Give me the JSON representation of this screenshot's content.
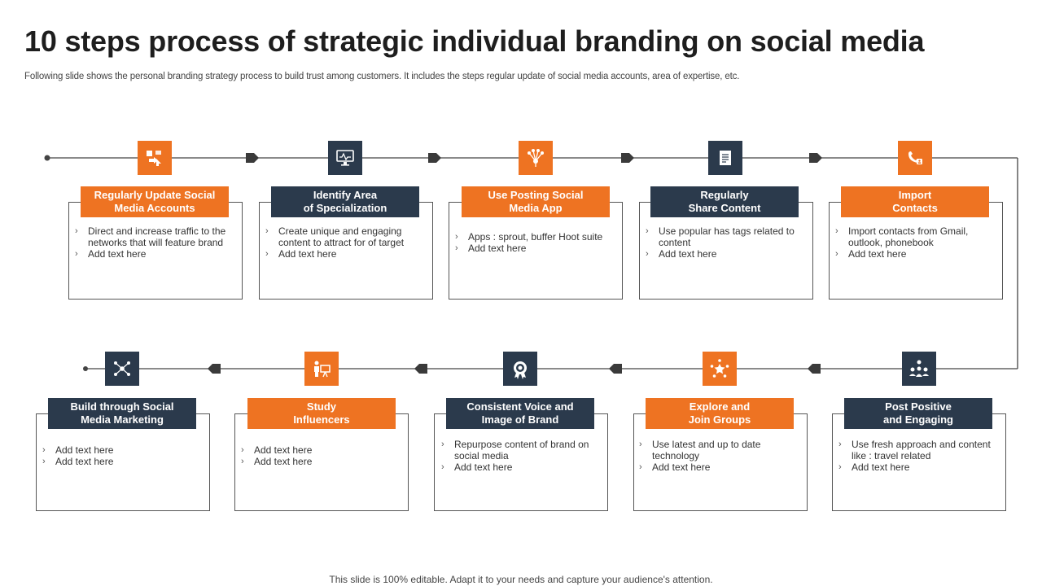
{
  "title": "10 steps process of strategic individual branding on social media",
  "subtitle": "Following slide shows the personal branding strategy process to build trust among customers. It includes the steps regular update of social media accounts, area of expertise, etc.",
  "footer": "This slide is 100% editable. Adapt it to your needs and capture your audience's attention.",
  "colors": {
    "orange": "#ee7322",
    "navy": "#2b3a4c",
    "line": "#444444"
  },
  "steps": [
    {
      "header": "Regularly Update Social\nMedia Accounts",
      "color": "orange",
      "icon": "share-arrows-icon",
      "bullets": [
        " Direct and increase traffic to the networks that will feature brand",
        "Add text here"
      ]
    },
    {
      "header": "Identify Area\nof Specialization",
      "color": "navy",
      "icon": "monitor-analytics-icon",
      "bullets": [
        "Create unique and engaging content to attract for of target",
        "Add text here"
      ]
    },
    {
      "header": "Use Posting Social\nMedia App",
      "color": "orange",
      "icon": "network-hub-icon",
      "bullets": [
        "Apps : sprout, buffer Hoot suite",
        "Add text here"
      ]
    },
    {
      "header": "Regularly\nShare Content",
      "color": "navy",
      "icon": "document-icon",
      "bullets": [
        "Use popular has tags related to content",
        "Add text here"
      ]
    },
    {
      "header": "Import\nContacts",
      "color": "orange",
      "icon": "phone-contact-icon",
      "bullets": [
        "Import  contacts from  Gmail, outlook, phonebook",
        "Add text here"
      ]
    },
    {
      "header": "Post  Positive\nand Engaging",
      "color": "navy",
      "icon": "people-network-icon",
      "bullets": [
        "Use fresh approach and content like : travel related",
        "Add text here"
      ]
    },
    {
      "header": "Explore and\nJoin Groups",
      "color": "orange",
      "icon": "group-star-icon",
      "bullets": [
        "Use latest and up to date technology",
        "Add text here"
      ]
    },
    {
      "header": "Consistent  Voice and\nImage of Brand",
      "color": "navy",
      "icon": "brand-badge-icon",
      "bullets": [
        "Repurpose content of brand on social media",
        "Add text here"
      ]
    },
    {
      "header": "Study\nInfluencers",
      "color": "orange",
      "icon": "presenter-icon",
      "bullets": [
        "Add text here",
        "Add text here"
      ]
    },
    {
      "header": "Build through Social\nMedia Marketing",
      "color": "navy",
      "icon": "social-nodes-icon",
      "bullets": [
        "Add text here",
        "Add text here"
      ]
    }
  ]
}
